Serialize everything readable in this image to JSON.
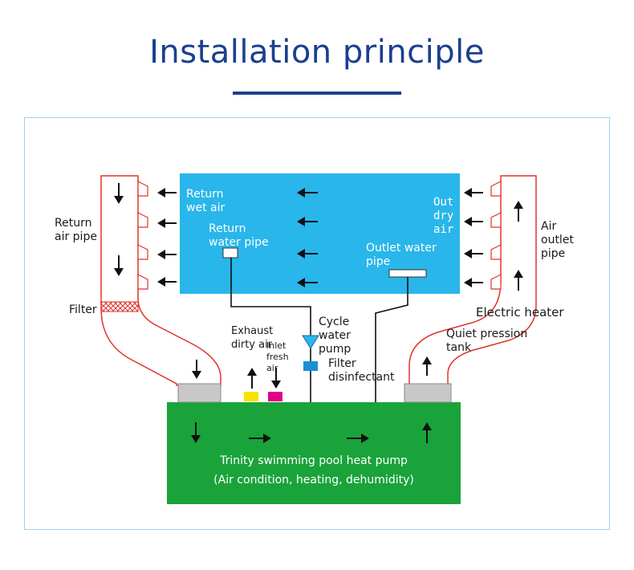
{
  "title": "Installation principle",
  "colors": {
    "title_blue": "#1b3f8f",
    "air_box_blue": "#29b6ea",
    "heat_pump_green": "#1aa33a",
    "duct_red": "#e0332b",
    "exhaust_yellow": "#f5e400",
    "inlet_magenta": "#e0008a",
    "connector_gray": "#c8c8c8",
    "frame_border": "#9fd3ea"
  },
  "labels": {
    "return_wet_air": "Return wet air",
    "return_water_pipe": "Return water pipe",
    "out_dry_air": "Out dry air",
    "outlet_water_pipe": "Outlet water pipe",
    "return_air_pipe": "Return air pipe",
    "air_outlet_pipe": "Air outlet pipe",
    "filter": "Filter",
    "electric_heater": "Electric heater",
    "quiet_pression_tank": "Quiet pression tank",
    "exhaust_dirty_air": "Exhaust dirty air",
    "inlet_fresh_air": "Inlet fresh air",
    "cycle_water_pump": "Cycle water pump",
    "filter_disinfectant": "Filter disinfectant",
    "heat_pump_line1": "Trinity swimming pool heat pump",
    "heat_pump_line2": "(Air condition, heating, dehumidity)"
  }
}
